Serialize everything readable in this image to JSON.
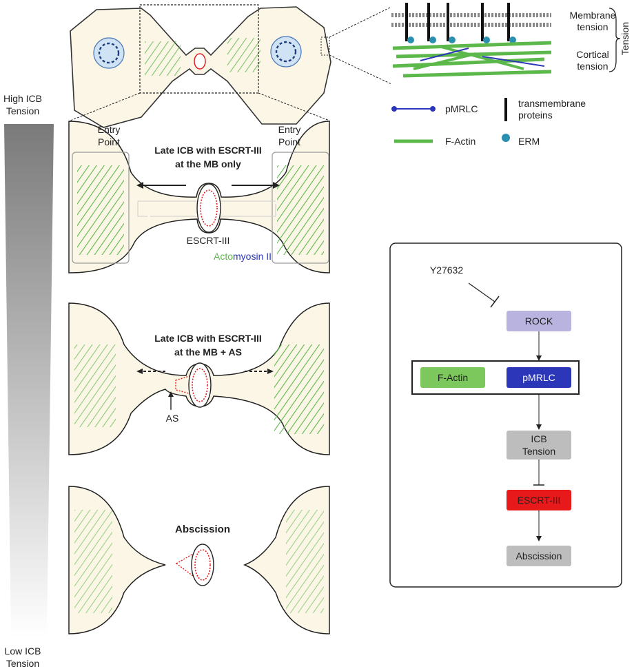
{
  "gradient": {
    "top_label_line1": "High ICB",
    "top_label_line2": "Tension",
    "bottom_label_line1": "Low ICB",
    "bottom_label_line2": "Tension"
  },
  "inset": {
    "membrane_tension_line1": "Membrane",
    "membrane_tension_line2": "tension",
    "cortical_tension_line1": "Cortical",
    "cortical_tension_line2": "tension",
    "tension_label": "Tension"
  },
  "legend": {
    "pmrlc": "pMRLC",
    "factin": "F-Actin",
    "transmembrane_line1": "transmembrane",
    "transmembrane_line2": "proteins",
    "erm": "ERM"
  },
  "panel1": {
    "entry_left_line1": "Entry",
    "entry_left_line2": "Point",
    "entry_right_line1": "Entry",
    "entry_right_line2": "Point",
    "title_line1": "Late ICB with ESCRT-III",
    "title_line2": "at the MB only",
    "escrt_label": "ESCRT-III",
    "acto_part": "Acto",
    "myosin_part": "myosin II"
  },
  "panel2": {
    "title_line1": "Late ICB with ESCRT-III",
    "title_line2": "at the MB + AS",
    "as_label": "AS"
  },
  "panel3": {
    "title": "Abscission"
  },
  "pathway": {
    "inhibitor": "Y27632",
    "rock": "ROCK",
    "factin": "F-Actin",
    "pmrlc": "pMRLC",
    "icb_line1": "ICB",
    "icb_line2": "Tension",
    "escrt": "ESCRT-III",
    "abscission": "Abscission"
  },
  "colors": {
    "actin_green": "#5cb84a",
    "myosin_blue": "#2b36b8",
    "escrt_red": "#e02020",
    "rock_purple": "#b8b4df",
    "icb_gray": "#bdbdbd",
    "cell_fill": "#fbf6e6",
    "erm_teal": "#2a8fb0"
  }
}
